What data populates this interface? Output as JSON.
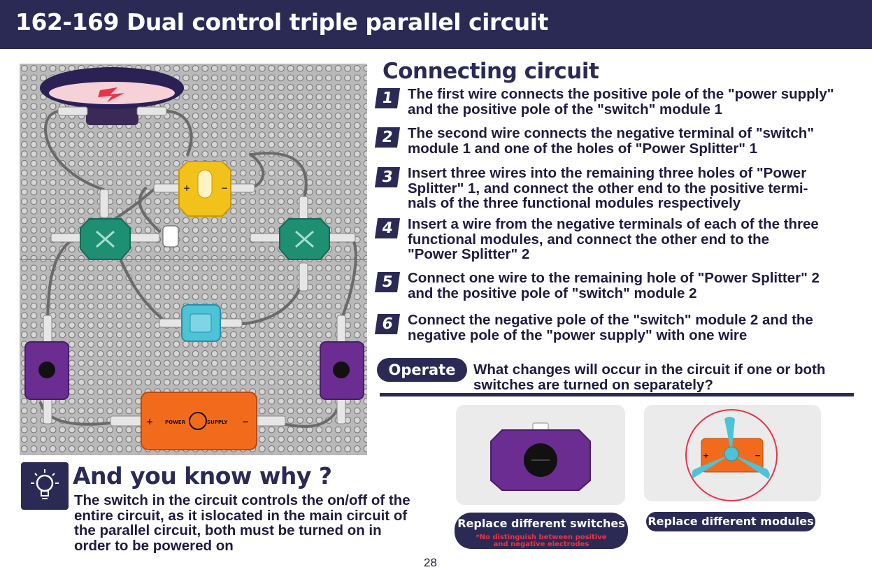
{
  "header": {
    "title": "162-169 Dual control triple parallel circuit"
  },
  "section_title": "Connecting circuit",
  "steps": [
    {
      "num": "1",
      "text": "The first wire connects the positive pole of the \"power supply\"\nand the positive pole of the \"switch\" module 1"
    },
    {
      "num": "2",
      "text": "The second wire connects the negative terminal of \"switch\"\nmodule 1 and one of the holes of \"Power Splitter\" 1"
    },
    {
      "num": "3",
      "text": "Insert three wires into the remaining three holes of \"Power\nSplitter\" 1, and connect the other end to the positive termi-\nnals of the three functional modules respectively"
    },
    {
      "num": "4",
      "text": "Insert a wire from the negative terminals of each of the three\nfunctional modules, and connect the other end to the\n\"Power Splitter\" 2"
    },
    {
      "num": "5",
      "text": "Connect one wire to the remaining hole of \"Power Splitter\" 2\nand the positive pole of \"switch\" module 2"
    },
    {
      "num": "6",
      "text": "Connect the negative pole of the \"switch\" module 2 and the\nnegative pole of the \"power supply\" with one wire"
    }
  ],
  "operate": {
    "badge": "Operate",
    "question": "What changes will occur in the circuit if one or both\nswitches are turned on separately?"
  },
  "replacements": {
    "switches_label": "Replace different switches",
    "switches_note_1": "*No distinguish between positive",
    "switches_note_2": "and negative electrodes",
    "modules_label": "Replace different modules"
  },
  "why": {
    "title": "And you know why ?",
    "text": "The switch in the circuit controls the on/off of the\nentire circuit, as it islocated in the main circuit of\nthe parallel circuit, both must be turned on in\norder to be powered on"
  },
  "board_labels": {
    "plus": "+",
    "minus": "−",
    "power_left": "POWER",
    "power_right": "SUPPLY"
  },
  "colors": {
    "navy": "#2b2a55",
    "purple": "#6b2d91",
    "green": "#1e8f73",
    "yellow": "#f2c21b",
    "cyan": "#4dc3d8",
    "orange": "#f26b1d",
    "red": "#e8344a",
    "board": "#c8c8c8"
  },
  "page_number": "28"
}
